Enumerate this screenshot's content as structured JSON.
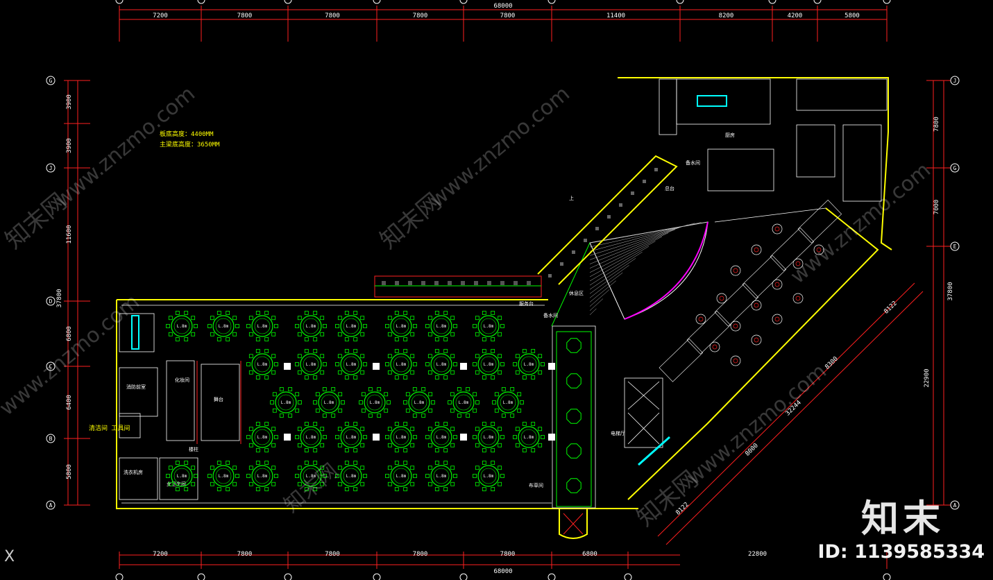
{
  "plan": {
    "total_dimension": "68000",
    "top_dimensions": [
      "7200",
      "7800",
      "7800",
      "7800",
      "7800",
      "11400",
      "8200",
      "4200",
      "5800"
    ],
    "bottom_dimensions": [
      "7200",
      "7800",
      "7800",
      "7800",
      "7800",
      "6800",
      "22800"
    ],
    "bottom_total": "68000",
    "left_dimensions": [
      "3900",
      "3900",
      "11600",
      "6800",
      "6400",
      "5800"
    ],
    "left_total": "37800",
    "right_dimensions": [
      "7800",
      "7000"
    ],
    "right_total": "37800",
    "right_total_2": "22900",
    "diagonal_dimensions": [
      "8122",
      "8300",
      "32244",
      "8000",
      "8122"
    ],
    "left_grid_axes": [
      "G",
      "J",
      "D",
      "C",
      "B",
      "A"
    ],
    "right_grid_axes": [
      "J",
      "G",
      "E",
      "A"
    ],
    "notes": [
      "板底高度：4400MM",
      "主梁底高度：3650MM"
    ],
    "rooms": {
      "fire_room": "消防前室",
      "tool_room": "清洁间\n工具间",
      "wash_room": "洗衣机房",
      "female_wc": "女卫生间",
      "dressing": "化妆间",
      "stage": "舞台",
      "rest_area": "休息区",
      "bar": "服务台",
      "kitchen": "厨房",
      "water_room": "备水间",
      "storage": "布草间",
      "main_desk": "总台",
      "elevator_hall": "电梯厅",
      "stair_up": "上",
      "column": "楼柱"
    },
    "table_label": "L.8m"
  },
  "watermark": {
    "brand": "知末",
    "id": "ID: 1139585334",
    "site": "www.znzmo.com",
    "site_cn": "知末网"
  },
  "axis_marker": "X"
}
